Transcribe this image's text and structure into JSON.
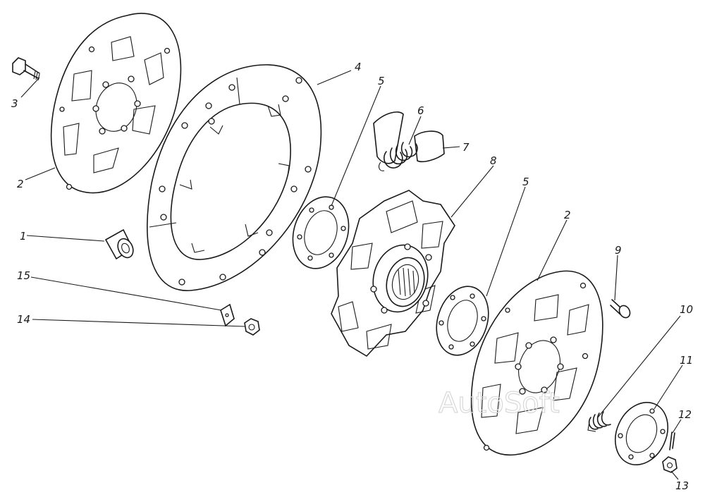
{
  "labels": {
    "l1": "1",
    "l2a": "2",
    "l2b": "2",
    "l3": "3",
    "l4": "4",
    "l5a": "5",
    "l5b": "5",
    "l6": "6",
    "l7": "7",
    "l8": "8",
    "l9": "9",
    "l10": "10",
    "l11": "11",
    "l12": "12",
    "l13": "13",
    "l14": "14",
    "l15": "15"
  },
  "watermark": "AutoSoft"
}
